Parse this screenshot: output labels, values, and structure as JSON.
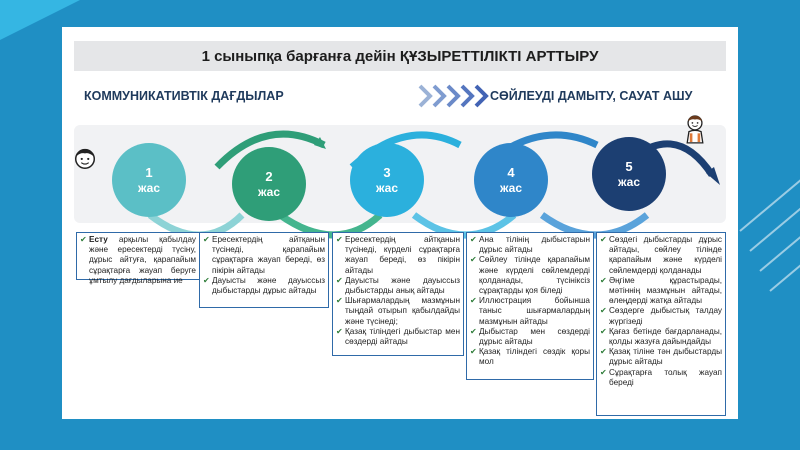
{
  "title": "1 сыныпқа барғанға дейін ҚҰЗЫРЕТТІЛІКТІ  АРТТЫРУ",
  "left_heading": "КОММУНИКАТИВТІК ДАҒДЫЛАР",
  "right_heading": "СӨЙЛЕУДІ ДАМЫТУ, САУАТ АШУ",
  "stages": [
    {
      "number": "1",
      "unit": "жас",
      "color": "#5bbfc6"
    },
    {
      "number": "2",
      "unit": "жас",
      "color": "#2f9e78"
    },
    {
      "number": "3",
      "unit": "жас",
      "color": "#2bb0dd"
    },
    {
      "number": "4",
      "unit": "жас",
      "color": "#2f86c9"
    },
    {
      "number": "5",
      "unit": "жас",
      "color": "#1c3f72"
    }
  ],
  "boxes": [
    {
      "items": [
        {
          "bold": "Есту",
          "text": " арқылы қабылдау және ересектерді түсіну, дұрыс айтуға, қарапайым сұрақтарға жауап беруге ұмтылу дағдыларына ие"
        }
      ]
    },
    {
      "items": [
        {
          "bold": "",
          "text": "Ересектердің айтқанын түсінеді, қарапайым сұрақтарға жауап береді, өз пікірін айтады"
        },
        {
          "bold": "",
          "text": "Дауысты және дауыссыз дыбыстарды дұрыс айтады"
        }
      ]
    },
    {
      "items": [
        {
          "bold": "",
          "text": "Ересектердің айтқанын түсінеді, күрделі сұрақтарға жауап береді, өз пікірін айтады"
        },
        {
          "bold": "",
          "text": "Дауысты және дауыссыз дыбыстарды анық айтады"
        },
        {
          "bold": "",
          "text": "Шығармалардың мазмұнын тыңдай отырып қабылдайды және түсінеді;"
        },
        {
          "bold": "",
          "text": "Қазақ тіліндегі дыбыстар мен сөздерді айтады"
        }
      ]
    },
    {
      "items": [
        {
          "bold": "",
          "text": "Ана тілінің дыбыстарын дұрыс айтады"
        },
        {
          "bold": "",
          "text": "Сөйлеу тілінде қарапайым және күрделі сөйлемдерді қолданады, түсініксіз сұрақтарды қоя біледі"
        },
        {
          "bold": "",
          "text": "Иллюстрация бойынша таныс шығармалардың мазмұнын айтады"
        },
        {
          "bold": "",
          "text": "Дыбыстар мен сөздерді дұрыс айтады"
        },
        {
          "bold": "",
          "text": "Қазақ тіліндегі сөздік қоры мол"
        }
      ]
    },
    {
      "items": [
        {
          "bold": "",
          "text": "Сөздегі дыбыстарды дұрыс айтады, сөйлеу тілінде қарапайым және күрделі сөйлемдерді қолданады"
        },
        {
          "bold": "",
          "text": "Әңгіме құрастырады, мәтіннің мазмұнын айтады, өлеңдерді жатқа айтады"
        },
        {
          "bold": "",
          "text": "Сөздерге дыбыстық талдау жүргізеді"
        },
        {
          "bold": "",
          "text": "Қағаз бетінде бағдарланады, қолды жазуға дайындайды"
        },
        {
          "bold": "",
          "text": "Қазақ тіліне тән дыбыстарды дұрыс айтады"
        },
        {
          "bold": "",
          "text": "Сұрақтарға толық жауап береді"
        }
      ]
    }
  ]
}
